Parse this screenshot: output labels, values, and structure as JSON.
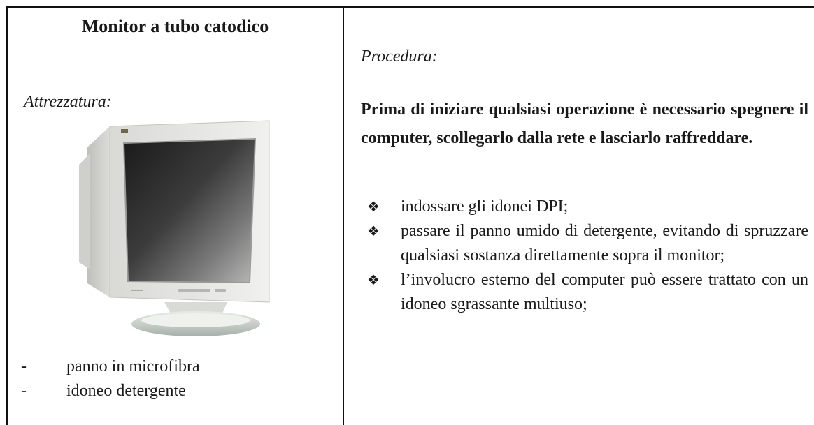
{
  "left": {
    "title": "Monitor a tubo catodico",
    "equipment_label": "Attrezzatura:",
    "monitor_image": "crt-monitor-photo",
    "equipment_items": [
      "panno in microfibra",
      "idoneo detergente"
    ],
    "dash": "-"
  },
  "right": {
    "procedure_label": "Procedura:",
    "warning": "Prima di iniziare qualsiasi operazione è necessario spegnere il computer, scollegarlo dalla rete e lasciarlo raffreddare.",
    "bullet_symbol": "❖",
    "steps": [
      "indossare gli idonei DPI;",
      "passare il panno umido di detergente, evitando di spruzzare qualsiasi sostanza direttamente sopra il monitor;",
      "l’involucro esterno del computer può essere trattato con un idoneo sgrassante multiuso;"
    ]
  }
}
